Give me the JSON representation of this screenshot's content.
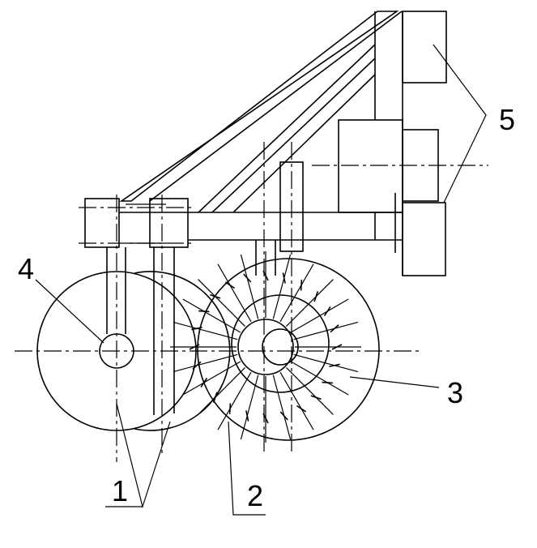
{
  "labels": {
    "pressure_wheels": "1",
    "spiked_wheel_hub": "2",
    "spiked_wheel_rim": "3",
    "wheel_axle": "4",
    "counterweights": "5"
  },
  "spiked_wheel": {
    "spike_count": 24
  }
}
